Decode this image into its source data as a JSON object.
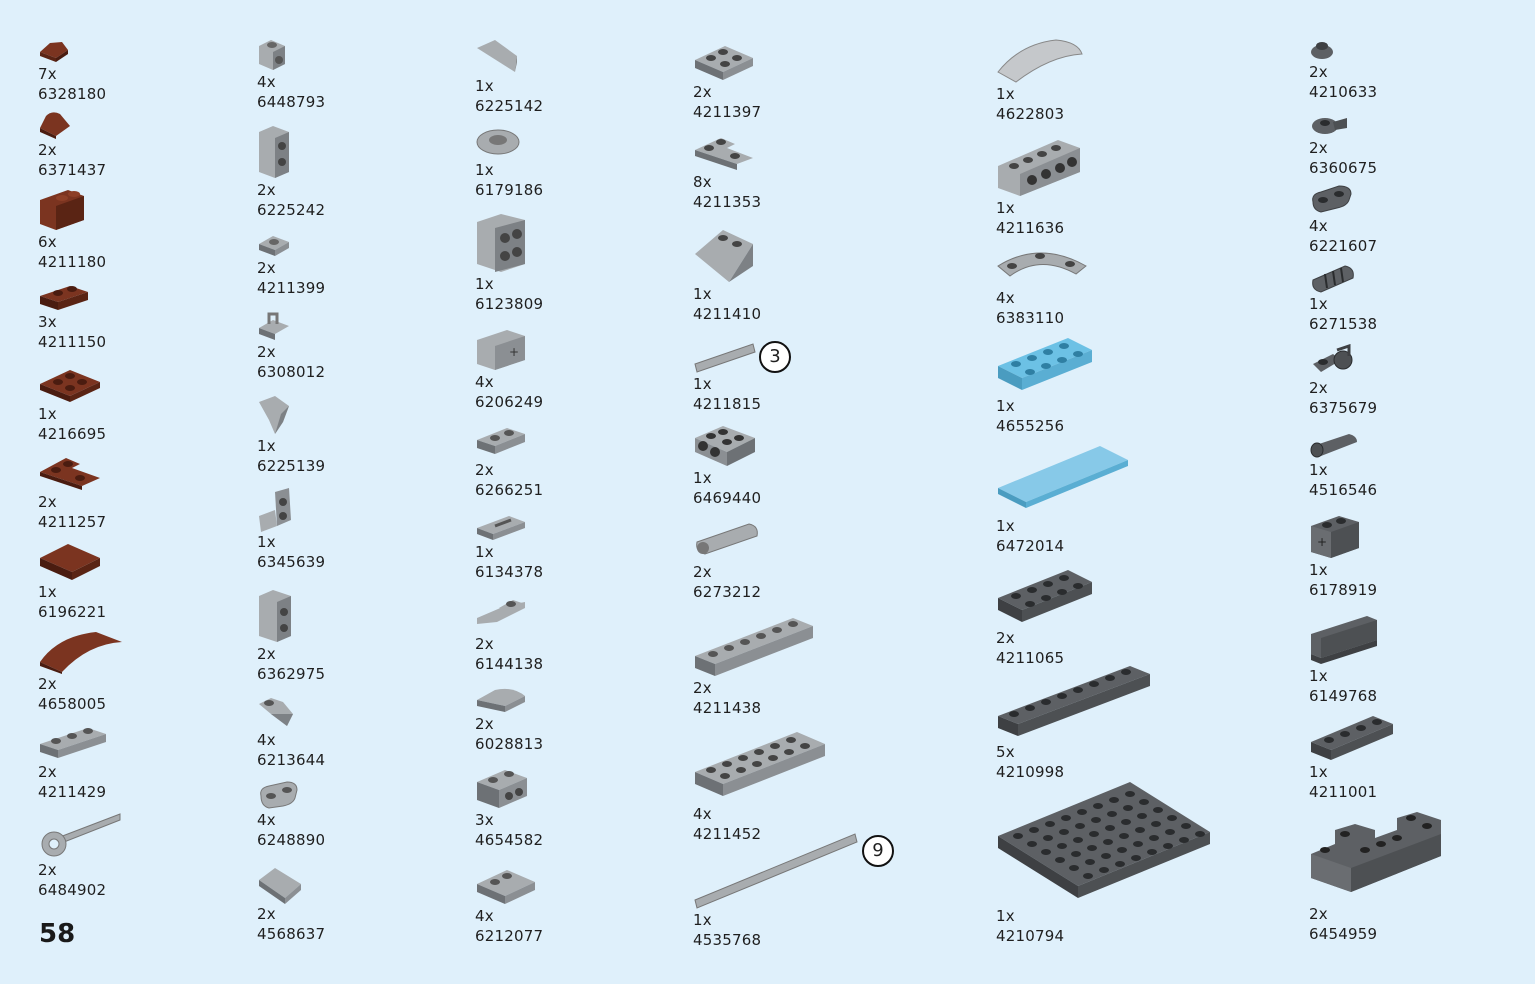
{
  "page_number": "58",
  "colors": {
    "background": "#dff0fb",
    "reddish_brown": "#7b3420",
    "light_gray": "#a8acaf",
    "dark_gray": "#5d6064",
    "medium_azure": "#6cc1e5",
    "light_blue": "#87c9e8"
  },
  "callouts": [
    "3",
    "9"
  ],
  "columns": [
    [
      {
        "qty": "7x",
        "id": "6328180",
        "icon": "brown-tile-round"
      },
      {
        "qty": "2x",
        "id": "6371437",
        "icon": "brown-slope"
      },
      {
        "qty": "6x",
        "id": "4211180",
        "icon": "brown-brick"
      },
      {
        "qty": "3x",
        "id": "4211150",
        "icon": "brown-plate-1x2"
      },
      {
        "qty": "1x",
        "id": "4216695",
        "icon": "brown-plate-2x2"
      },
      {
        "qty": "2x",
        "id": "4211257",
        "icon": "brown-plate-corner"
      },
      {
        "qty": "1x",
        "id": "6196221",
        "icon": "brown-tile-2x2"
      },
      {
        "qty": "2x",
        "id": "4658005",
        "icon": "brown-curved-slope"
      },
      {
        "qty": "2x",
        "id": "4211429",
        "icon": "gray-plate-1x3"
      },
      {
        "qty": "2x",
        "id": "6484902",
        "icon": "gray-bar-holder"
      }
    ],
    [
      {
        "qty": "4x",
        "id": "6448793",
        "icon": "gray-brick-side-stud"
      },
      {
        "qty": "2x",
        "id": "6225242",
        "icon": "gray-brick-2-studs"
      },
      {
        "qty": "2x",
        "id": "4211399",
        "icon": "gray-plate-1x1"
      },
      {
        "qty": "2x",
        "id": "6308012",
        "icon": "gray-clip-plate"
      },
      {
        "qty": "1x",
        "id": "6225139",
        "icon": "gray-wedge"
      },
      {
        "qty": "1x",
        "id": "6345639",
        "icon": "gray-bracket"
      },
      {
        "qty": "2x",
        "id": "6362975",
        "icon": "gray-brick-1x1x2"
      },
      {
        "qty": "4x",
        "id": "6213644",
        "icon": "gray-tooth"
      },
      {
        "qty": "4x",
        "id": "6248890",
        "icon": "gray-round-plate"
      },
      {
        "qty": "2x",
        "id": "4568637",
        "icon": "gray-slope-tile"
      }
    ],
    [
      {
        "qty": "1x",
        "id": "6225142",
        "icon": "gray-wedge-tile"
      },
      {
        "qty": "1x",
        "id": "6179186",
        "icon": "gray-round-tile"
      },
      {
        "qty": "1x",
        "id": "6123809",
        "icon": "gray-brick-2x2-side"
      },
      {
        "qty": "4x",
        "id": "6206249",
        "icon": "gray-technic-brick"
      },
      {
        "qty": "2x",
        "id": "6266251",
        "icon": "gray-jumper-plate"
      },
      {
        "qty": "1x",
        "id": "6134378",
        "icon": "gray-grille-tile"
      },
      {
        "qty": "2x",
        "id": "6144138",
        "icon": "gray-plate-offset"
      },
      {
        "qty": "2x",
        "id": "6028813",
        "icon": "gray-curved-tile"
      },
      {
        "qty": "3x",
        "id": "4654582",
        "icon": "gray-bracket-2x2"
      },
      {
        "qty": "4x",
        "id": "6212077",
        "icon": "gray-plate-tile-2x2"
      }
    ],
    [
      {
        "qty": "2x",
        "id": "4211397",
        "icon": "gray-plate-2x2"
      },
      {
        "qty": "8x",
        "id": "4211353",
        "icon": "gray-plate-corner"
      },
      {
        "qty": "1x",
        "id": "4211410",
        "icon": "gray-slope-2x2"
      },
      {
        "qty": "1x",
        "id": "4211815",
        "icon": "gray-axle-3"
      },
      {
        "qty": "1x",
        "id": "6469440",
        "icon": "dark-plate-2x2-side"
      },
      {
        "qty": "2x",
        "id": "6273212",
        "icon": "gray-axle-connector"
      },
      {
        "qty": "2x",
        "id": "4211438",
        "icon": "gray-plate-1x6"
      },
      {
        "qty": "4x",
        "id": "4211452",
        "icon": "gray-plate-2x6"
      },
      {
        "qty": "1x",
        "id": "4535768",
        "icon": "gray-axle-9"
      }
    ],
    [
      {
        "qty": "1x",
        "id": "4622803",
        "icon": "gray-arch-curve"
      },
      {
        "qty": "1x",
        "id": "4211636",
        "icon": "gray-technic-beam-1x4"
      },
      {
        "qty": "4x",
        "id": "6383110",
        "icon": "gray-round-corner"
      },
      {
        "qty": "1x",
        "id": "4655256",
        "icon": "azure-plate-2x4"
      },
      {
        "qty": "1x",
        "id": "6472014",
        "icon": "azure-tile-2x6"
      },
      {
        "qty": "2x",
        "id": "4211065",
        "icon": "dark-plate-2x4"
      },
      {
        "qty": "5x",
        "id": "4210998",
        "icon": "dark-plate-1x8"
      },
      {
        "qty": "1x",
        "id": "4210794",
        "icon": "dark-plate-6x8"
      }
    ],
    [
      {
        "qty": "2x",
        "id": "4210633",
        "icon": "dark-round-plate"
      },
      {
        "qty": "2x",
        "id": "6360675",
        "icon": "dark-clip"
      },
      {
        "qty": "4x",
        "id": "6221607",
        "icon": "dark-plate-1x2-round"
      },
      {
        "qty": "1x",
        "id": "6271538",
        "icon": "dark-connector"
      },
      {
        "qty": "2x",
        "id": "6375679",
        "icon": "dark-ball-joint"
      },
      {
        "qty": "1x",
        "id": "4516546",
        "icon": "dark-cylinder"
      },
      {
        "qty": "1x",
        "id": "6178919",
        "icon": "dark-technic-brick"
      },
      {
        "qty": "1x",
        "id": "6149768",
        "icon": "dark-bracket-wall"
      },
      {
        "qty": "1x",
        "id": "4211001",
        "icon": "dark-plate-1x4"
      },
      {
        "qty": "2x",
        "id": "6454959",
        "icon": "dark-brick-u"
      }
    ]
  ]
}
